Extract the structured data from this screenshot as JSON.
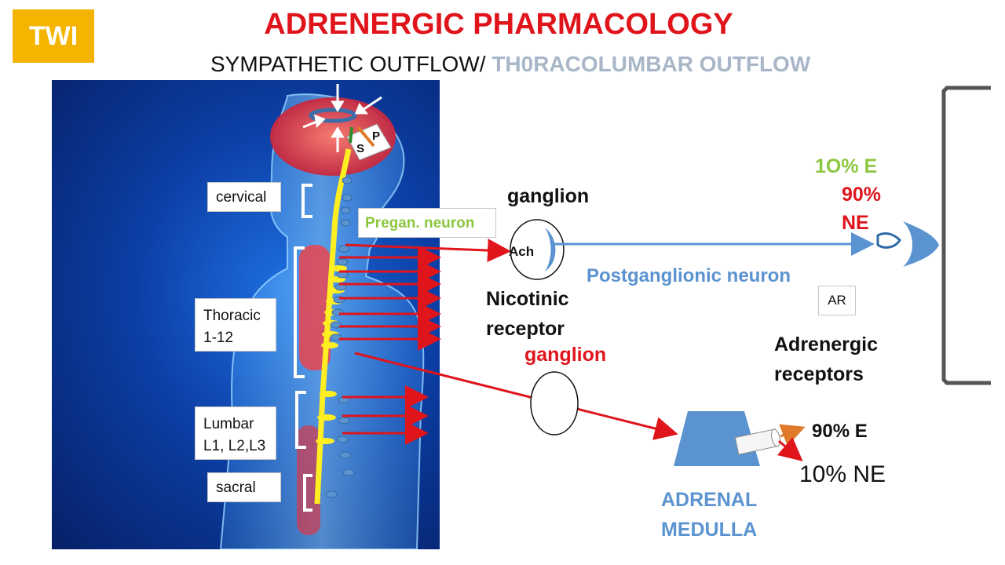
{
  "logo": "TWI",
  "title": "ADRENERGIC PHARMACOLOGY",
  "subtitle": {
    "part1": "SYMPATHETIC OUTFLOW/ ",
    "part2": "TH0RACOLUMBAR OUTFLOW"
  },
  "brain_labels": {
    "s": "S",
    "p": "P"
  },
  "spine_labels": {
    "cervical": "cervical",
    "thoracic_1": "Thoracic",
    "thoracic_2": "1-12",
    "lumbar_1": "Lumbar",
    "lumbar_2": "L1, L2,L3",
    "sacral": "sacral"
  },
  "pregan_neuron": "Pregan. neuron",
  "ganglion_top": "ganglion",
  "ach": "Ach",
  "nicotinic_1": "Nicotinic",
  "nicotinic_2": "receptor",
  "ganglion_bottom": "ganglion",
  "postganglionic": "Postganglionic neuron",
  "ar": "AR",
  "adrenergic_1": "Adrenergic",
  "adrenergic_2": "receptors",
  "release_top": {
    "e": "1O% E",
    "ne_pct": "90%",
    "ne": "NE"
  },
  "medulla_release": {
    "e": "90% E",
    "ne": "10% NE"
  },
  "adrenal_1": "ADRENAL",
  "adrenal_2": "MEDULLA",
  "colors": {
    "red": "#e0141b",
    "green": "#8dc63f",
    "blue": "#5b93d0",
    "logo": "#f4b400"
  }
}
